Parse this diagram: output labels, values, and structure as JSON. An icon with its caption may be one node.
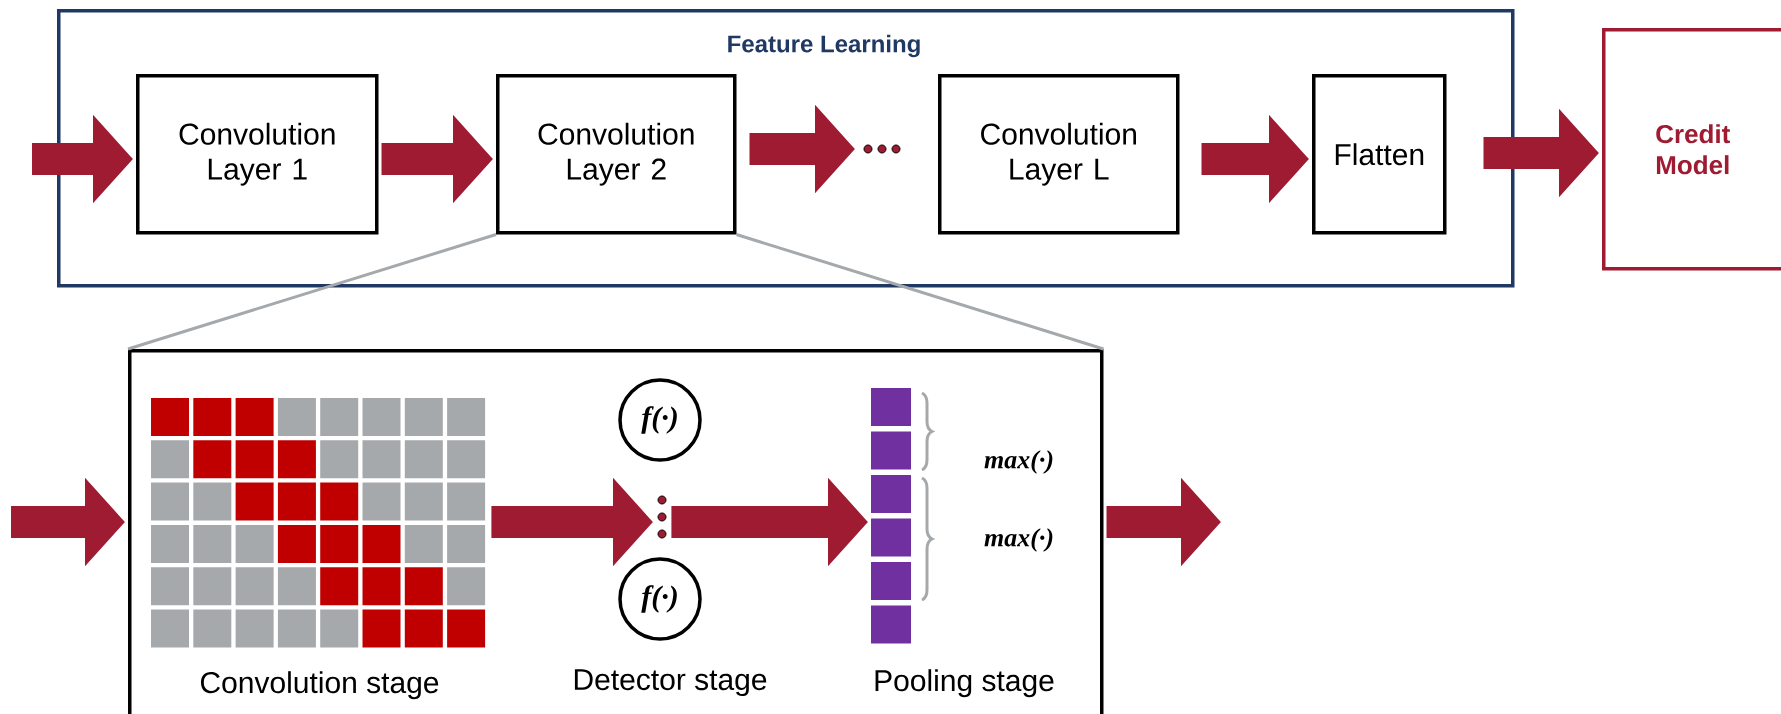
{
  "diagram": {
    "nodes": [
      {
        "text": [
          "Feature Learning"
        ]
      },
      {
        "text": [
          "Convolution Layer 1"
        ],
        "in": 0
      },
      {
        "text": [
          "Convolution Layer 2"
        ],
        "in": 0
      },
      {
        "text": [],
        "shape": "dots",
        "in": 0
      },
      {
        "text": [
          "Convolution Layer L"
        ],
        "in": 0
      },
      {
        "text": [
          "Flatten"
        ],
        "in": 0
      },
      {
        "text": [
          "Credit Model"
        ]
      },
      {
        "text": [],
        "shape": "box"
      },
      {
        "text": [],
        "shape": "picture",
        "in": 7,
        "beside": [
          "Convolution stage"
        ]
      },
      {
        "text": [
          "f(·)"
        ],
        "in": 7
      },
      {
        "text": [],
        "shape": "dots",
        "in": 7
      },
      {
        "text": [
          "f(·)"
        ],
        "in": 7,
        "beside": [
          "Detector stage"
        ]
      },
      {
        "text": [],
        "shape": "picture",
        "in": 7,
        "beside": [
          "Pooling stage"
        ]
      }
    ],
    "edges": [
      {
        "from": null,
        "to": 1,
        "arrow": "to"
      },
      {
        "from": 1,
        "to": 2,
        "arrow": "to"
      },
      {
        "from": 2,
        "to": 3,
        "arrow": "to"
      },
      {
        "from": 4,
        "to": 5,
        "arrow": "to"
      },
      {
        "from": 5,
        "to": 6,
        "arrow": "to"
      },
      {
        "from": 2,
        "to": 7,
        "arrow": "none",
        "color": "#a5a9ac"
      },
      {
        "from": 2,
        "to": 7,
        "arrow": "none",
        "color": "#a5a9ac"
      },
      {
        "from": null,
        "to": 7,
        "arrow": "to"
      },
      {
        "from": 8,
        "to": 10,
        "arrow": "to"
      },
      {
        "from": 10,
        "to": 12,
        "arrow": "to"
      },
      {
        "from": 7,
        "to": null,
        "arrow": "to"
      }
    ],
    "labels": [
      "max(·)",
      "max(·)"
    ]
  }
}
